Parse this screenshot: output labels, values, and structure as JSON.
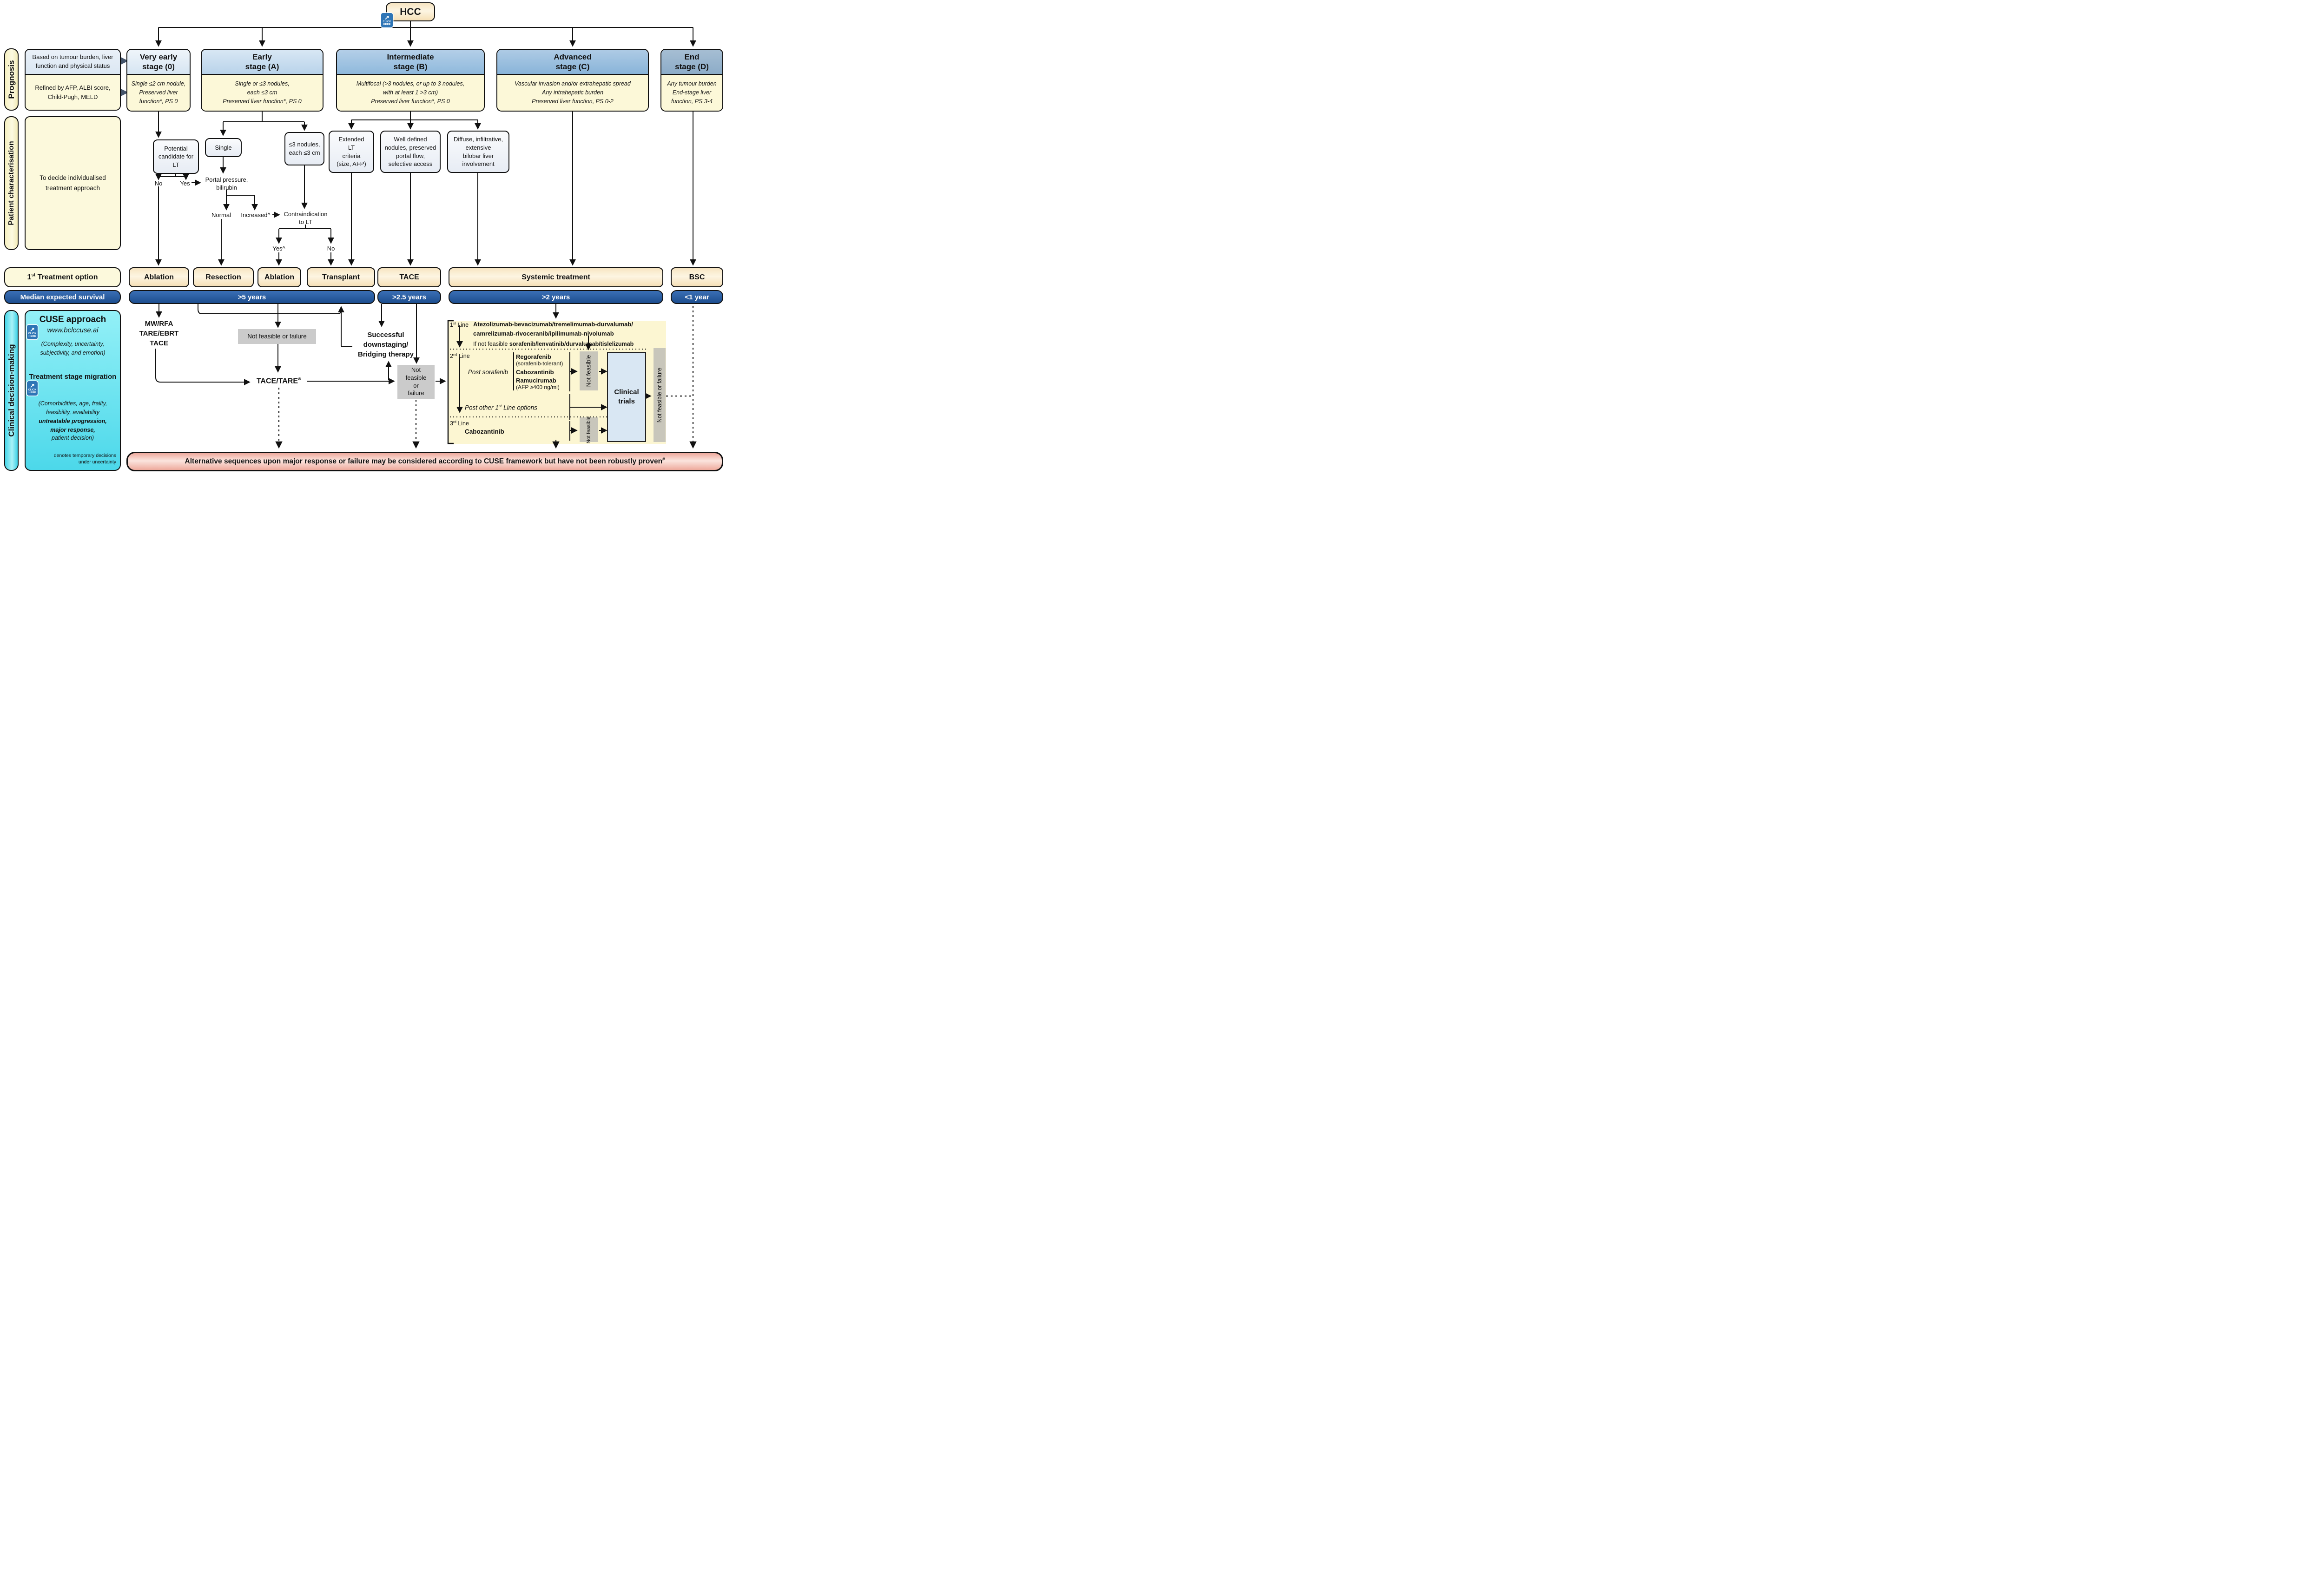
{
  "root": {
    "title": "HCC"
  },
  "ui": {
    "click_here": "CLICK\nHERE",
    "arrow": "↗"
  },
  "colors": {
    "stage_blue_light": "#d8e7f4",
    "stage_blue_mid": "#9fc3e0",
    "stage_blue_dark": "#8cacc8",
    "cream": "#fcf8d8",
    "treatment_tan": "#fbeccb",
    "survival_blue": "#2a5fa3",
    "cyan": "#5edcEC",
    "gray": "#cbcbcb",
    "banner_pink": "#f5c4b9",
    "badge_blue": "#2e75b6"
  },
  "sections": {
    "prognosis_label": "Prognosis",
    "prognosis_top": "Based on tumour burden, liver function and physical status",
    "prognosis_bottom": "Refined by AFP, ALBI score, Child-Pugh, MELD",
    "patient_label": "Patient characterisation",
    "patient_box": "To decide individualised treatment approach",
    "treatment_label_num": "1",
    "treatment_label_sup": "st",
    "treatment_label_rest": " Treatment option",
    "survival_label": "Median expected survival",
    "decision_label": "Clinical decision-making"
  },
  "stages": [
    {
      "title": "Very early\nstage (0)",
      "desc": "Single ≤2 cm nodule,\nPreserved liver\nfunction*, PS 0"
    },
    {
      "title": "Early\nstage (A)",
      "desc": "Single or ≤3 nodules,\neach ≤3 cm\nPreserved liver function*, PS 0"
    },
    {
      "title": "Intermediate\nstage (B)",
      "desc": "Multifocal (>3 nodules, or up to 3 nodules,\nwith at least 1 >3 cm)\nPreserved liver function*, PS 0"
    },
    {
      "title": "Advanced\nstage (C)",
      "desc": "Vascular invasion and/or extrahepatic spread\nAny intrahepatic burden\nPreserved liver function, PS 0-2"
    },
    {
      "title": "End\nstage (D)",
      "desc": "Any tumour burden\nEnd-stage liver\nfunction, PS 3-4"
    }
  ],
  "nodes": {
    "potential_lt": "Potential\ncandidate for LT",
    "single": "Single",
    "nodules": "≤3 nodules,\neach ≤3 cm",
    "extended": "Extended\nLT\ncriteria\n(size, AFP)",
    "well_defined": "Well defined\nnodules, preserved\nportal flow,\nselective access",
    "diffuse": "Diffuse, infiltrative,\nextensive\nbilobar liver\ninvolvement",
    "no1": "No",
    "yes1": "Yes",
    "portal": "Portal pressure,\nbilirubin",
    "normal": "Normal",
    "increased": "Increased^",
    "contra": "Contraindication\nto LT",
    "yes2": "Yes^",
    "no2": "No"
  },
  "treatments": {
    "ablation1": "Ablation",
    "resection": "Resection",
    "ablation2": "Ablation",
    "transplant": "Transplant",
    "tace": "TACE",
    "systemic": "Systemic treatment",
    "bsc": "BSC"
  },
  "survival": {
    "s5": ">5 years",
    "s25": ">2.5 years",
    "s2": ">2 years",
    "s1": "<1 year"
  },
  "cuse": {
    "title": "CUSE approach",
    "url": "www.bclccuse.ai",
    "sub1": "(Complexity, uncertainty,\nsubjectivity, and emotion)",
    "migration": "Treatment stage migration",
    "sub2a": "(Comorbidities, age, frailty,\nfeasibility, availability",
    "sub2b": "untreatable progression,\nmajor response,",
    "sub2c": "patient decision)",
    "legend": "denotes temporary decisions\nunder uncertainty"
  },
  "flow": {
    "mwrfa": "MW/RFA\nTARE/EBRT\nTACE",
    "not_feasible_failure": "Not  feasible or failure",
    "tace_tare": "TACE/TARE",
    "tace_tare_sup": "&",
    "downstaging": "Successful\ndownstaging/\nBridging therapy",
    "not_feasible_failure2": "Not\nfeasible\nor\nfailure"
  },
  "systemic": {
    "l1_num": "1",
    "l1_sup": "st",
    "l1_word": " Line",
    "l1a": "Atezolizumab-bevacizumab/tremelimumab-durvalumab/",
    "l1b": "camrelizumab-rivoceranib/ipilimumab-nivolumab",
    "l1c_plain": "If not feasible ",
    "l1c_bold": "sorafenib/lenvatinib/durvalumab/tislelizumab",
    "l2_num": "2",
    "l2_sup": "nd",
    "l2_word": " Line",
    "post_sorafenib": "Post sorafenib",
    "regorafenib": "Regorafenib",
    "regorafenib_sub": "(sorafenib-tolerant)",
    "cabozantinib": "Cabozantinib",
    "ramucirumab": "Ramucirumab",
    "ramucirumab_sub": "(AFP ≥400 ng/ml)",
    "not_feasible": "Not\nfeasible",
    "clinical_trials": "Clinical\ntrials",
    "post_other_pre": "Post other 1",
    "post_other_sup": "st",
    "post_other_rest": " Line options",
    "l3_num": "3",
    "l3_sup": "rd",
    "l3_word": " Line",
    "cabozantinib3": "Cabozantinib",
    "nf_failure": "Not feasible or failure"
  },
  "banner": {
    "text": "Alternative sequences upon major response or failure may be considered according to CUSE framework but have not been robustly proven",
    "sup": "#"
  }
}
